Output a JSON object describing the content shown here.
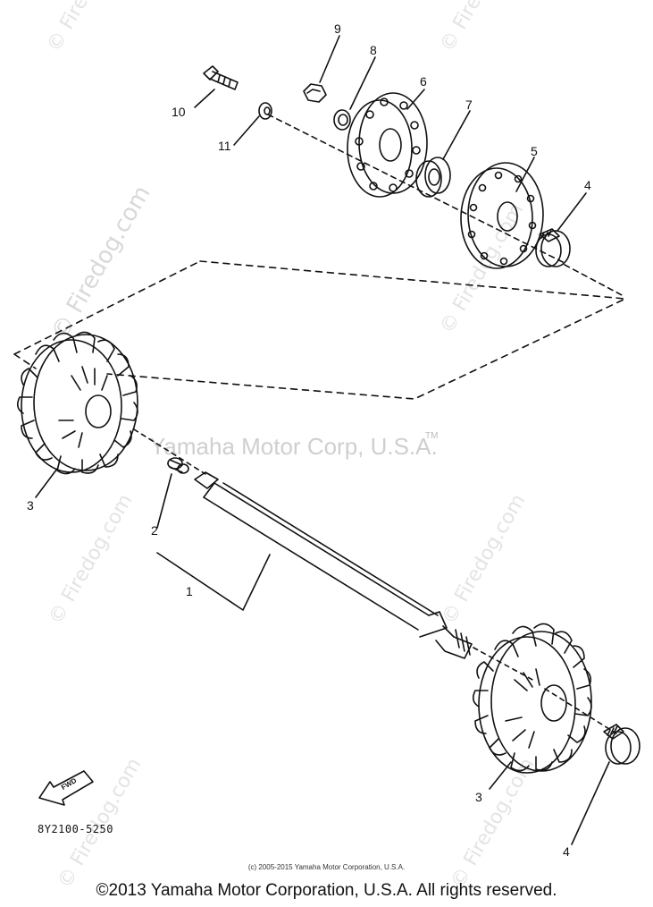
{
  "diagram": {
    "callouts": [
      {
        "id": "9",
        "text": "9"
      },
      {
        "id": "8",
        "text": "8"
      },
      {
        "id": "6",
        "text": "6"
      },
      {
        "id": "7",
        "text": "7"
      },
      {
        "id": "5",
        "text": "5"
      },
      {
        "id": "4a",
        "text": "4"
      },
      {
        "id": "10",
        "text": "10"
      },
      {
        "id": "11",
        "text": "11"
      },
      {
        "id": "3a",
        "text": "3"
      },
      {
        "id": "2",
        "text": "2"
      },
      {
        "id": "1",
        "text": "1"
      },
      {
        "id": "3b",
        "text": "3"
      },
      {
        "id": "4b",
        "text": "4"
      }
    ],
    "brand_watermark": "Yamaha Motor Corp, U.S.A.",
    "trademark": "TM",
    "fwd_label": "FWD",
    "part_number": "8Y2100-5250",
    "copyright_small": "(c) 2005-2015 Yamaha Motor Corporation, U.S.A.",
    "copyright_main": "©2013 Yamaha Motor Corporation, U.S.A. All rights reserved."
  },
  "watermarks": {
    "site": "© Firedog.com"
  },
  "colors": {
    "line": "#111111",
    "watermark": "#e0e0e0"
  }
}
